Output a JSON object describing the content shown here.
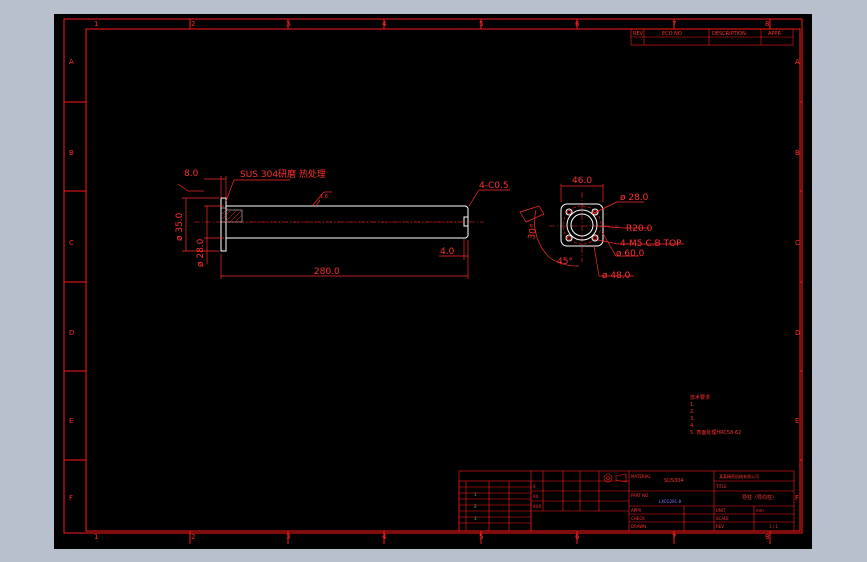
{
  "zones": {
    "columns": [
      "1",
      "2",
      "3",
      "4",
      "5",
      "6",
      "7",
      "8"
    ],
    "rows": [
      "A",
      "B",
      "C",
      "D",
      "E",
      "F"
    ]
  },
  "revision_block": {
    "headers": [
      "REV",
      "ECO NO",
      "DESCRIPTION",
      "APPR"
    ]
  },
  "side_view": {
    "material_note": "SUS 304研磨 热处理",
    "dim_flange_thickness": "8.0",
    "dim_flange_diameter": "ø 35.0",
    "dim_shaft_diameter": "ø 28.0",
    "dim_length": "280.0",
    "dim_end_length": "4.0",
    "dim_chamfer": "4-C0.5",
    "surface_finish": "1.6"
  },
  "end_view": {
    "dim_width": "46.0",
    "dim_bore": "ø 28.0",
    "dim_radius": "R20.0",
    "dim_holes": "4-M5 C.B TOP",
    "dim_pcd": "ø 60.0",
    "dim_outer": "ø 48.0",
    "angle_45": "45°",
    "angle_30": "30°"
  },
  "notes": {
    "lines": [
      "技术要求",
      "1.",
      "2.",
      "3.",
      "4.",
      "5. 表面处理HRC58-62"
    ]
  },
  "title_block": {
    "drawing_title": "导柱（导向柱）",
    "part_no": "LXCG281-8",
    "company": "某某精密机械有限公司",
    "sheet": "1 / 1",
    "appr_label": "APPR",
    "check_label": "CHECK",
    "draw_label": "DRAWN",
    "scale_label": "SCALE",
    "part_no_label": "PART NO",
    "title_label": "TITLE",
    "rev_label": "REV",
    "unit_label": "UNIT",
    "unit_value": "mm",
    "material_label": "MATERIAL",
    "material_value": "SUS304"
  }
}
